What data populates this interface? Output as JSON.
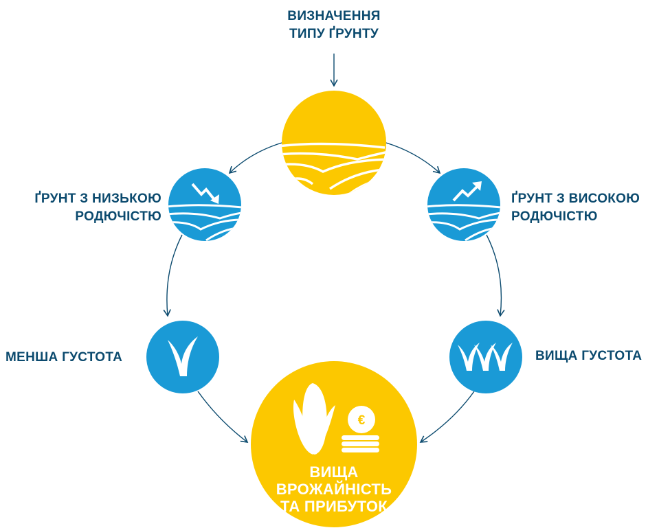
{
  "colors": {
    "yellow": "#fcc800",
    "blue": "#1a9ad6",
    "navy": "#0b4a6e",
    "white": "#ffffff"
  },
  "steps": {
    "start": {
      "line1": "ВИЗНАЧЕННЯ",
      "line2": "ТИПУ ҐРУНТУ",
      "icon": "fields-icon"
    },
    "low_soil": {
      "line1": "ҐРУНТ З НИЗЬКОЮ",
      "line2": "РОДЮЧІСТЮ",
      "icon": "fields-trend-down-icon"
    },
    "high_soil": {
      "line1": "ҐРУНТ З ВИСОКОЮ",
      "line2": "РОДЮЧІСТЮ",
      "icon": "fields-trend-up-icon"
    },
    "low_density": {
      "label": "МЕНША ГУСТОТА",
      "icon": "single-plant-icon"
    },
    "high_density": {
      "label": "ВИЩА ГУСТОТА",
      "icon": "three-plants-icon"
    },
    "result": {
      "line1": "ВИЩА",
      "line2": "ВРОЖАЙНІСТЬ",
      "line3": "ТА ПРИБУТОК",
      "icons": [
        "corn-icon",
        "euro-coins-icon"
      ]
    }
  }
}
